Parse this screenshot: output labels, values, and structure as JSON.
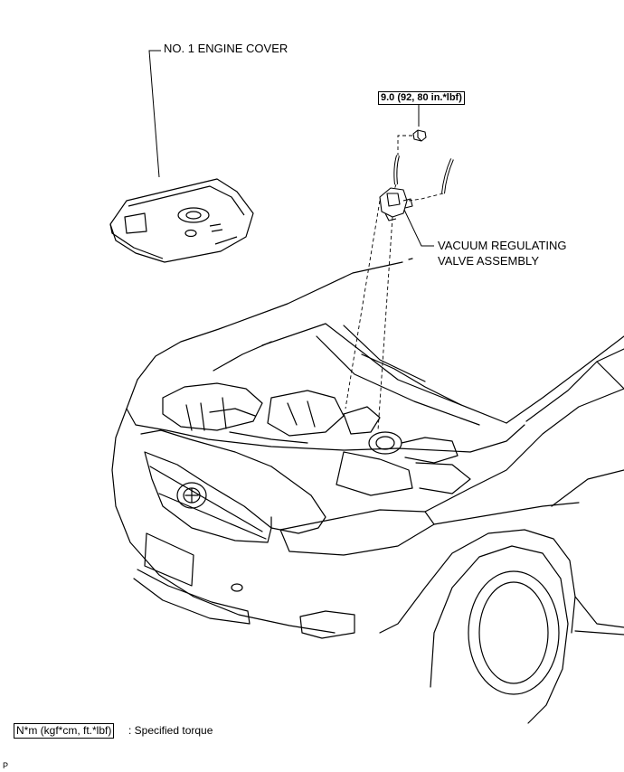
{
  "labels": {
    "engine_cover": "NO. 1 ENGINE COVER",
    "vacuum_valve_line1": "VACUUM REGULATING",
    "vacuum_valve_line2": "VALVE ASSEMBLY"
  },
  "torque_spec": "9.0 (92, 80 in.*lbf)",
  "legend": {
    "unit_box": "N*m (kgf*cm, ft.*lbf)",
    "description": ": Specified torque"
  },
  "corner_mark": "P"
}
